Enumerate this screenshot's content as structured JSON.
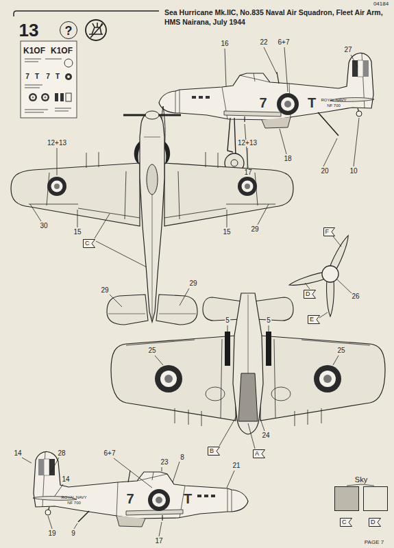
{
  "diagram": {
    "title": "Sea Hurricane Mk.IIC, No.835 Naval Air Squadron, Fleet Air Arm, HMS Nairana, July 1944",
    "nodes": [
      {
        "text": [
          "?"
        ]
      },
      {
        "text": [
          "C"
        ]
      },
      {
        "text": [
          "F"
        ]
      },
      {
        "text": [
          "D"
        ]
      },
      {
        "text": [
          "E"
        ]
      },
      {
        "text": [
          "B"
        ]
      },
      {
        "text": [
          "A"
        ]
      }
    ],
    "labels": [
      "04184",
      "13",
      "K1OF",
      "K1OF",
      "7",
      "T",
      "7",
      "T",
      "16",
      "22",
      "6+7",
      "27",
      "7",
      "T",
      "ROYAL NAVY",
      "NF 700",
      "17",
      "18",
      "20",
      "10",
      "12+13",
      "12+13",
      "30",
      "15",
      "15",
      "29",
      "29",
      "29",
      "26",
      "5",
      "5",
      "25",
      "25",
      "24",
      "14",
      "28",
      "14",
      "6+7",
      "23",
      "8",
      "21",
      "7",
      "T",
      "ROYAL NAVY",
      "NF 700",
      "19",
      "9",
      "17",
      "Sky",
      "PAGE 7"
    ],
    "legend": [
      {
        "text": "C",
        "color": "#bdb8ac"
      },
      {
        "text": "D",
        "color": "#ece7db"
      }
    ]
  }
}
